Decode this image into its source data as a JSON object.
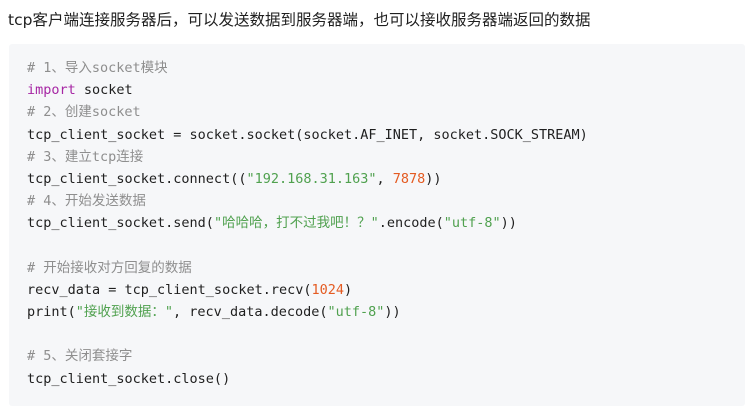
{
  "intro": "tcp客户端连接服务器后，可以发送数据到服务器端，也可以接收服务器端返回的数据",
  "code": {
    "lines": [
      [
        {
          "t": "# 1、导入socket模块",
          "c": "comment"
        }
      ],
      [
        {
          "t": "import",
          "c": "keyword"
        },
        {
          "t": " socket",
          "c": ""
        }
      ],
      [
        {
          "t": "# 2、创建socket",
          "c": "comment"
        }
      ],
      [
        {
          "t": "tcp_client_socket = socket.socket(socket.AF_INET, socket.SOCK_STREAM)",
          "c": ""
        }
      ],
      [
        {
          "t": "# 3、建立tcp连接",
          "c": "comment"
        }
      ],
      [
        {
          "t": "tcp_client_socket.connect((",
          "c": ""
        },
        {
          "t": "\"192.168.31.163\"",
          "c": "string"
        },
        {
          "t": ", ",
          "c": ""
        },
        {
          "t": "7878",
          "c": "number"
        },
        {
          "t": "))",
          "c": ""
        }
      ],
      [
        {
          "t": "# 4、开始发送数据",
          "c": "comment"
        }
      ],
      [
        {
          "t": "tcp_client_socket.send(",
          "c": ""
        },
        {
          "t": "\"哈哈哈，打不过我吧！？\"",
          "c": "string"
        },
        {
          "t": ".encode(",
          "c": ""
        },
        {
          "t": "\"utf-8\"",
          "c": "string"
        },
        {
          "t": "))",
          "c": ""
        }
      ],
      [],
      [
        {
          "t": "# 开始接收对方回复的数据",
          "c": "comment"
        }
      ],
      [
        {
          "t": "recv_data = tcp_client_socket.recv(",
          "c": ""
        },
        {
          "t": "1024",
          "c": "number"
        },
        {
          "t": ")",
          "c": ""
        }
      ],
      [
        {
          "t": "print(",
          "c": ""
        },
        {
          "t": "\"接收到数据：\"",
          "c": "string"
        },
        {
          "t": ", recv_data.decode(",
          "c": ""
        },
        {
          "t": "\"utf-8\"",
          "c": "string"
        },
        {
          "t": "))",
          "c": ""
        }
      ],
      [],
      [
        {
          "t": "# 5、关闭套接字",
          "c": "comment"
        }
      ],
      [
        {
          "t": "tcp_client_socket.close()",
          "c": ""
        }
      ]
    ]
  }
}
